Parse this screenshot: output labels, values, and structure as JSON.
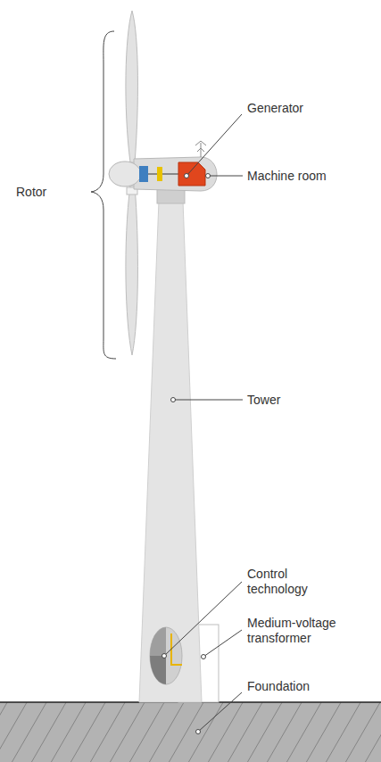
{
  "diagram": {
    "labels": [
      "Rotor",
      "Generator",
      "Machine room",
      "Tower",
      "Control technology",
      "Medium-voltage transformer",
      "Foundation"
    ]
  }
}
